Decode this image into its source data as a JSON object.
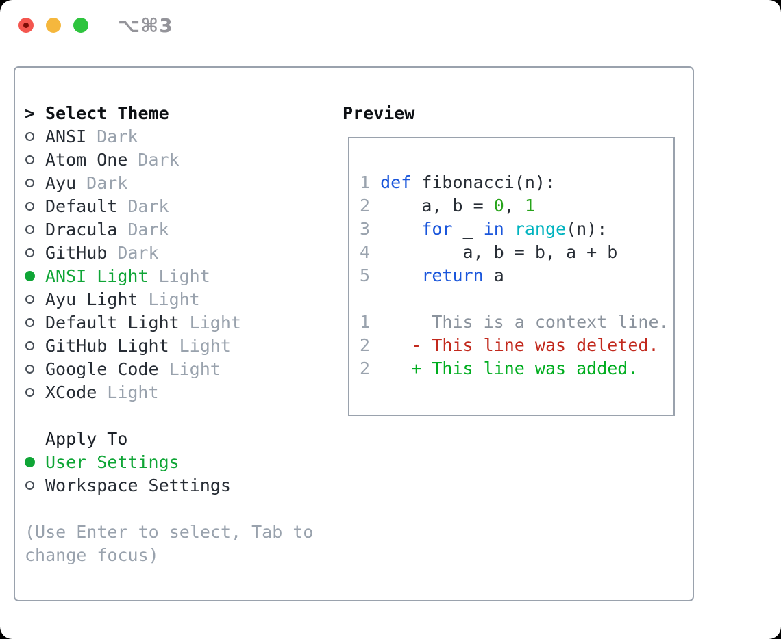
{
  "titlebar": {
    "shortcut": "⌥⌘3",
    "buttons": [
      {
        "name": "close",
        "color": "#f4564f",
        "dot": "#7c0d06"
      },
      {
        "name": "minimize",
        "color": "#f5b73d"
      },
      {
        "name": "zoom",
        "color": "#2ec43e"
      }
    ]
  },
  "colors": {
    "border": "#9aa2ad",
    "text": "#272d35",
    "muted": "#99a2ad",
    "green": "#0fa536",
    "kw": "#1a56db",
    "builtin": "#00b3bf",
    "num": "#27a31a",
    "del": "#c2291d",
    "add": "#00ad1f",
    "ln": "#9aa3ae",
    "ctx": "#8b939d"
  },
  "panel": {
    "prompt": ">",
    "title": "Select Theme",
    "themes": [
      {
        "label": "ANSI",
        "variant": "Dark",
        "selected": false
      },
      {
        "label": "Atom One",
        "variant": "Dark",
        "selected": false
      },
      {
        "label": "Ayu",
        "variant": "Dark",
        "selected": false
      },
      {
        "label": "Default",
        "variant": "Dark",
        "selected": false
      },
      {
        "label": "Dracula",
        "variant": "Dark",
        "selected": false
      },
      {
        "label": "GitHub",
        "variant": "Dark",
        "selected": false
      },
      {
        "label": "ANSI Light",
        "variant": "Light",
        "selected": true
      },
      {
        "label": "Ayu Light",
        "variant": "Light",
        "selected": false
      },
      {
        "label": "Default Light",
        "variant": "Light",
        "selected": false
      },
      {
        "label": "GitHub Light",
        "variant": "Light",
        "selected": false
      },
      {
        "label": "Google Code",
        "variant": "Light",
        "selected": false
      },
      {
        "label": "XCode",
        "variant": "Light",
        "selected": false
      }
    ],
    "apply_header": "Apply To",
    "apply_options": [
      {
        "label": "User Settings",
        "selected": true
      },
      {
        "label": "Workspace Settings",
        "selected": false
      }
    ],
    "help_lines": [
      "(Use Enter to select, Tab to",
      "change focus)"
    ],
    "preview": {
      "title": "Preview",
      "lines": [
        [
          {
            "t": "1",
            "c": "ln"
          },
          {
            "t": " ",
            "c": "fg"
          },
          {
            "t": "def",
            "c": "kw"
          },
          {
            "t": " fibonacci(n):",
            "c": "fg"
          }
        ],
        [
          {
            "t": "2",
            "c": "ln"
          },
          {
            "t": "     a, b = ",
            "c": "fg"
          },
          {
            "t": "0",
            "c": "num"
          },
          {
            "t": ", ",
            "c": "fg"
          },
          {
            "t": "1",
            "c": "num"
          }
        ],
        [
          {
            "t": "3",
            "c": "ln"
          },
          {
            "t": "     ",
            "c": "fg"
          },
          {
            "t": "for",
            "c": "kw"
          },
          {
            "t": " _ ",
            "c": "fg"
          },
          {
            "t": "in",
            "c": "kw"
          },
          {
            "t": " ",
            "c": "fg"
          },
          {
            "t": "range",
            "c": "builtin"
          },
          {
            "t": "(n):",
            "c": "fg"
          }
        ],
        [
          {
            "t": "4",
            "c": "ln"
          },
          {
            "t": "         a, b = b, a + b",
            "c": "fg"
          }
        ],
        [
          {
            "t": "5",
            "c": "ln"
          },
          {
            "t": "     ",
            "c": "fg"
          },
          {
            "t": "return",
            "c": "kw"
          },
          {
            "t": " a",
            "c": "fg"
          }
        ],
        [],
        [
          {
            "t": "1",
            "c": "ln"
          },
          {
            "t": "      This is a context line.",
            "c": "ctx"
          }
        ],
        [
          {
            "t": "2",
            "c": "ln"
          },
          {
            "t": "    ",
            "c": "fg"
          },
          {
            "t": "- This line was deleted.",
            "c": "del"
          }
        ],
        [
          {
            "t": "2",
            "c": "ln"
          },
          {
            "t": "    ",
            "c": "fg"
          },
          {
            "t": "+ This line was added.",
            "c": "add"
          }
        ]
      ]
    }
  }
}
